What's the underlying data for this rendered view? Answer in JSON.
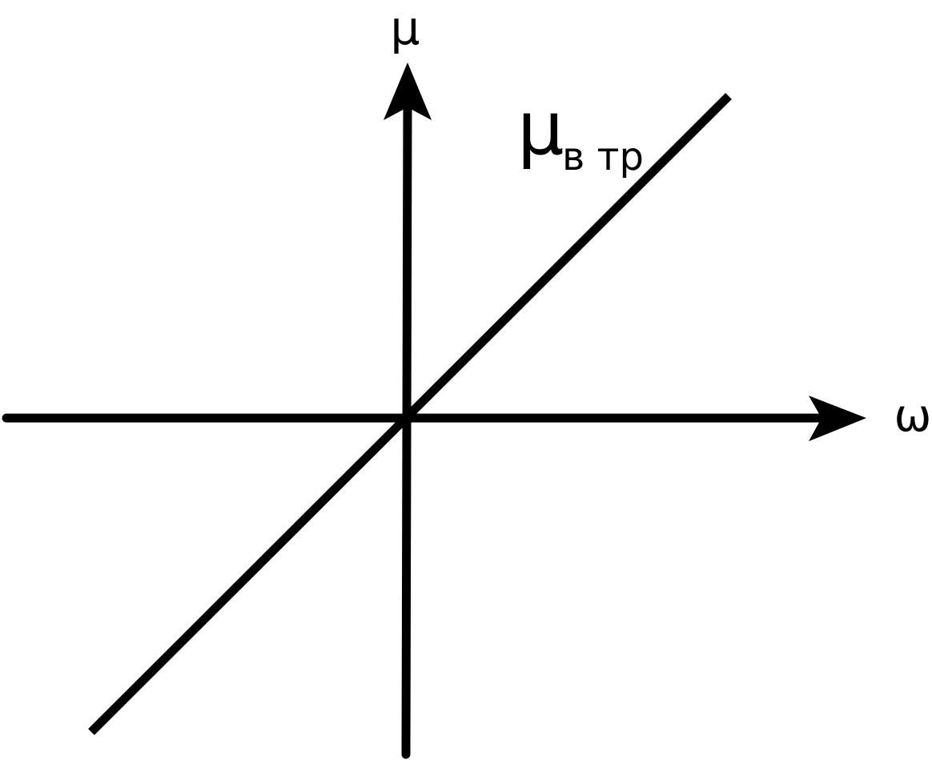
{
  "diagram": {
    "axes": {
      "x_label": "ω",
      "y_label": "μ"
    },
    "line": {
      "label_main": "μ",
      "label_sub": "в тр",
      "slope": "positive",
      "through_origin": true
    },
    "colors": {
      "stroke": "#000000",
      "background": "#ffffff"
    }
  }
}
